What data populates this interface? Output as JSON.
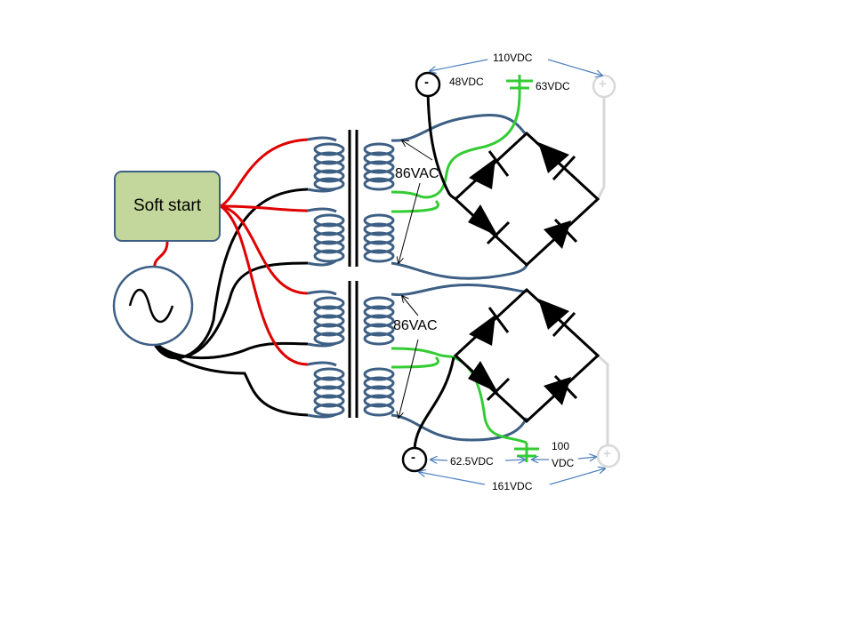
{
  "soft_start": {
    "label": "Soft start"
  },
  "transformers": [
    {
      "secondary_voltage": "86VAC"
    },
    {
      "secondary_voltage": "86VAC"
    }
  ],
  "upper_rectifier": {
    "total_voltage": "110VDC",
    "negative_terminal": "-",
    "positive_terminal": "+",
    "left_voltage": "48VDC",
    "right_voltage": "63VDC"
  },
  "lower_rectifier": {
    "total_voltage": "161VDC",
    "negative_terminal": "-",
    "positive_terminal": "+",
    "left_voltage": "62.5VDC",
    "right_voltage_line1": "100",
    "right_voltage_line2": "VDC"
  },
  "colors": {
    "line_wire": "#e00000",
    "neutral_wire": "#000000",
    "dc_tap_wire": "#33cc33",
    "winding": "#3d5f84",
    "positive_wire": "#d8d8d8",
    "soft_start_fill": "#c3d69b",
    "arrow": "#4f81bd"
  }
}
